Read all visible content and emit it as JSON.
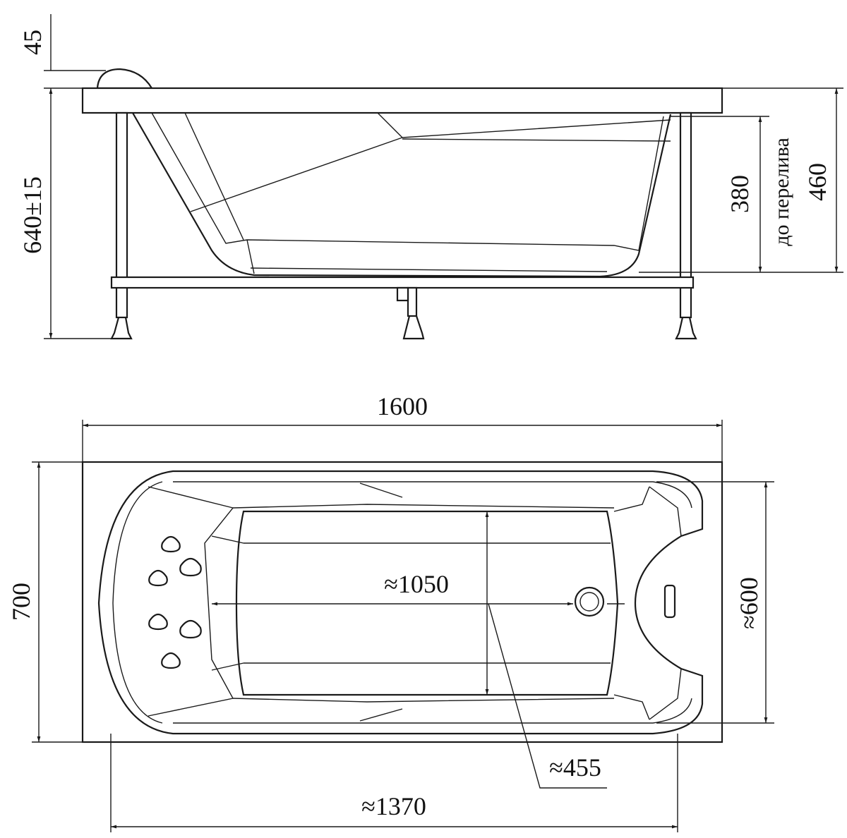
{
  "side_view": {
    "dim_pillow_height": "45",
    "dim_total_height": "640±15",
    "dim_overflow_depth": "380",
    "overflow_note": "до перелива",
    "dim_depth": "460"
  },
  "top_view": {
    "dim_length": "1600",
    "dim_width": "700",
    "dim_inner_bottom_length": "≈1050",
    "dim_inner_width": "≈600",
    "dim_inner_bottom_width": "≈455",
    "dim_inner_length": "≈1370"
  },
  "colors": {
    "line": "#1a1a1a",
    "background": "#ffffff"
  }
}
